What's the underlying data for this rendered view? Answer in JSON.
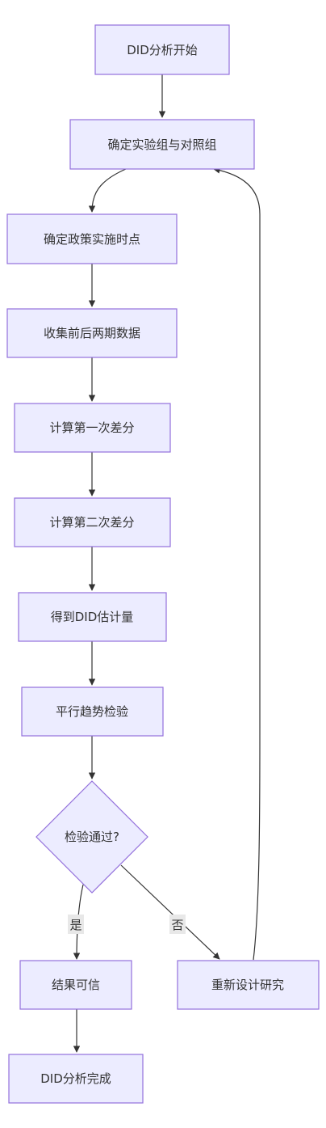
{
  "nodes": {
    "start": "DID分析开始",
    "define_groups": "确定实验组与对照组",
    "policy_time": "确定政策实施时点",
    "collect_data": "收集前后两期数据",
    "first_diff": "计算第一次差分",
    "second_diff": "计算第二次差分",
    "did_estimate": "得到DID估计量",
    "parallel_test": "平行趋势检验",
    "decision": "检验通过?",
    "credible": "结果可信",
    "redesign": "重新设计研究",
    "finish": "DID分析完成"
  },
  "edges": {
    "yes": "是",
    "no": "否"
  },
  "colors": {
    "node_fill": "#ECECFF",
    "node_stroke": "#9370DB",
    "edge": "#333333",
    "edge_label_bg": "#e8e8e8"
  }
}
